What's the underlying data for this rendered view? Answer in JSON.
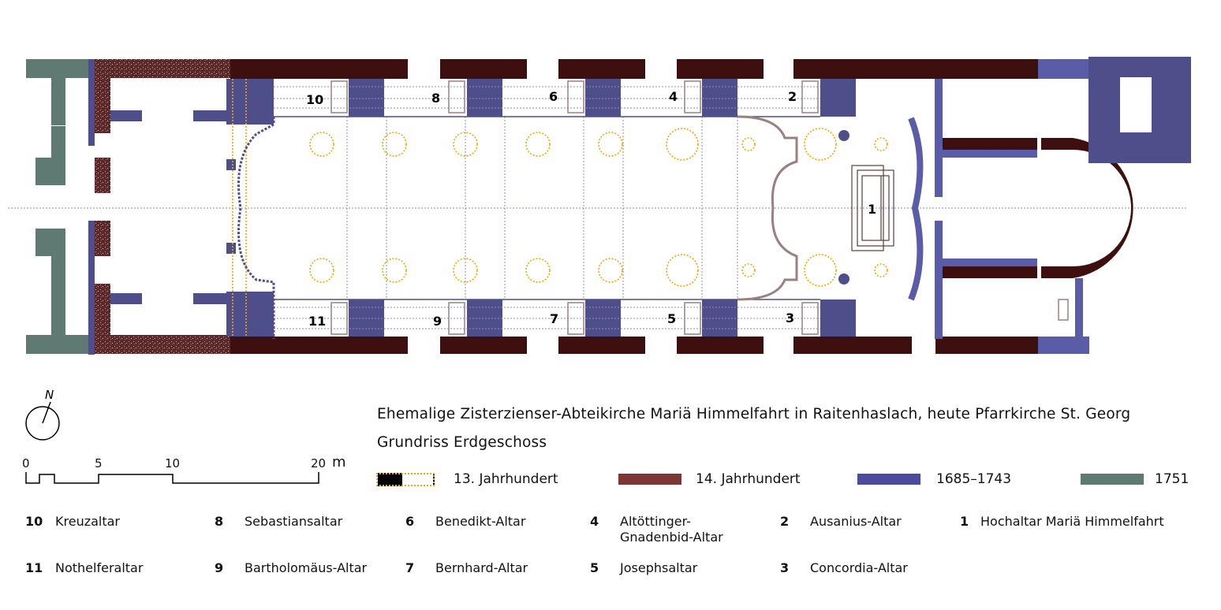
{
  "title": {
    "line1": "Ehemalige Zisterzienser-Abteikirche Mariä Himmelfahrt in Raitenhaslach, heute Pfarrkirche St. Georg",
    "line2": "Grundriss Erdgeschoss"
  },
  "north_arrow": {
    "label": "N"
  },
  "scale_bar": {
    "ticks": [
      "0",
      "5",
      "10",
      "20"
    ],
    "unit": "m"
  },
  "legend": [
    {
      "label": "13. Jahrhundert",
      "color": "#000000",
      "outline": "#f0a800"
    },
    {
      "label": "14. Jahrhundert",
      "color": "#7e3535"
    },
    {
      "label": "1685–1743",
      "color": "#4b4a9e"
    },
    {
      "label": "1751",
      "color": "#5e7a72"
    }
  ],
  "colors": {
    "wall_14c": "#3d0f0f",
    "wall_speckled": "#6b3a3a",
    "baroque": "#4e4f8a",
    "baroque_light": "#5a5ca8",
    "period_1751": "#5e7a72",
    "gothic_outline": "#f0a800",
    "altar_outline": "#9c8080",
    "axis": "#8888cc"
  },
  "plan_labels": {
    "a10": "10",
    "a8": "8",
    "a6": "6",
    "a4": "4",
    "a2": "2",
    "a11": "11",
    "a9": "9",
    "a7": "7",
    "a5": "5",
    "a3": "3",
    "a1": "1"
  },
  "altars": [
    {
      "num": "10",
      "name": "Kreuzaltar"
    },
    {
      "num": "8",
      "name": "Sebastiansaltar"
    },
    {
      "num": "6",
      "name": "Benedikt-Altar"
    },
    {
      "num": "4",
      "name": "Altöttinger-\nGnadenbid-Altar",
      "line1": "Altöttinger-",
      "line2": "Gnadenbid-Altar"
    },
    {
      "num": "2",
      "name": "Ausanius-Altar"
    },
    {
      "num": "1",
      "name": "Hochaltar Mariä Himmelfahrt"
    },
    {
      "num": "11",
      "name": "Nothelferaltar"
    },
    {
      "num": "9",
      "name": "Bartholomäus-Altar"
    },
    {
      "num": "7",
      "name": "Bernhard-Altar"
    },
    {
      "num": "5",
      "name": "Josephsaltar"
    },
    {
      "num": "3",
      "name": "Concordia-Altar"
    }
  ]
}
